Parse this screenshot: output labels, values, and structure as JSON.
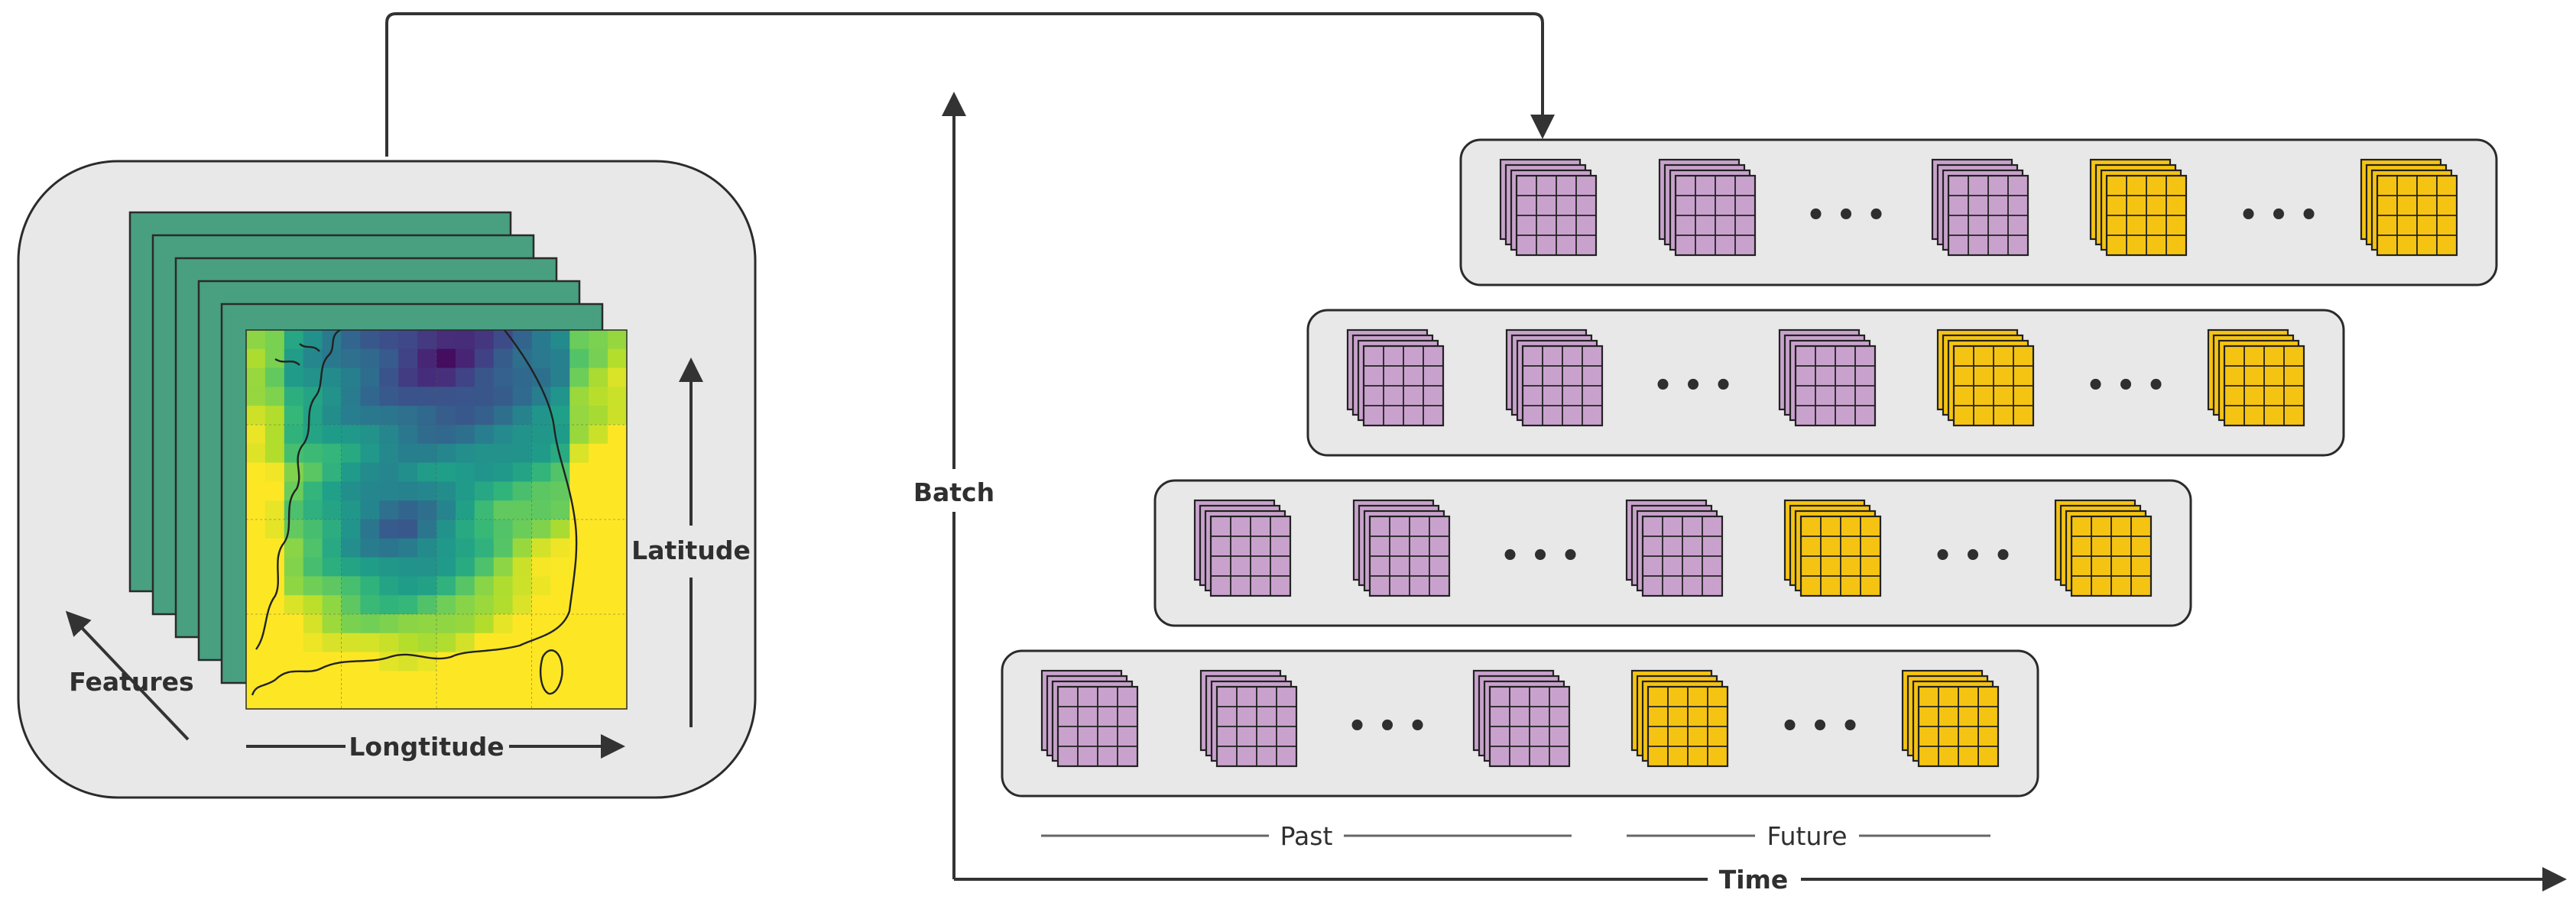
{
  "labels": {
    "features": "Features",
    "longitude": "Longtitude",
    "latitude": "Latitude",
    "batch": "Batch",
    "time": "Time",
    "past": "Past",
    "future": "Future",
    "ellipsis": "• • •"
  },
  "colors": {
    "panel_fill": "#e8e8e8",
    "panel_stroke": "#2b2b2b",
    "feature_sheet": "#48a080",
    "past_cube": "#c8a2cc",
    "future_cube": "#f5c412",
    "ellipsis": "#7a7a7a",
    "axis": "#333333"
  },
  "batch_rows": [
    {
      "cells": [
        "past",
        "past",
        "gap",
        "past",
        "future",
        "gap",
        "future"
      ]
    },
    {
      "cells": [
        "past",
        "past",
        "gap",
        "past",
        "future",
        "gap",
        "future"
      ]
    },
    {
      "cells": [
        "past",
        "past",
        "gap",
        "past",
        "future",
        "gap",
        "future"
      ]
    },
    {
      "cells": [
        "past",
        "past",
        "gap",
        "past",
        "future",
        "gap",
        "future"
      ]
    }
  ],
  "cube": {
    "layers": 4,
    "grid_cols": 4,
    "grid_rows": 4
  },
  "map": {
    "grid_cols": 20,
    "grid_rows": 20
  }
}
